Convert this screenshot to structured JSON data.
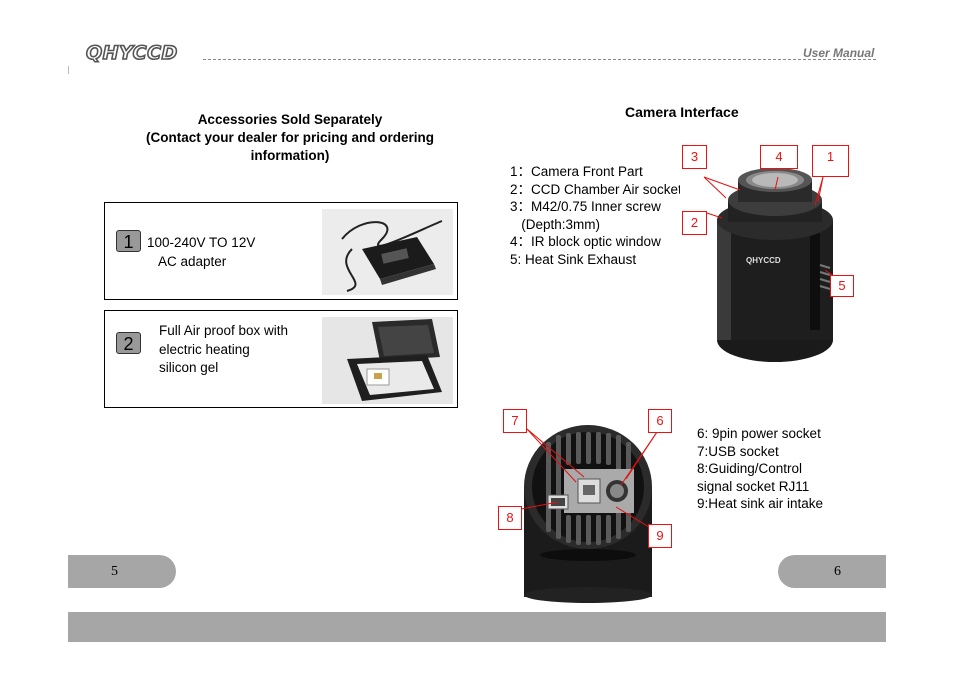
{
  "header": {
    "logo_text": "QHYCCD",
    "right_label": "User Manual"
  },
  "left_page": {
    "title_lines": [
      "Accessories Sold Separately",
      "(Contact your dealer for pricing and ordering",
      "information)"
    ],
    "items": [
      {
        "number": "1",
        "lines": [
          "100-240V TO 12V",
          "AC adapter"
        ],
        "image": "ac-adapter-photo"
      },
      {
        "number": "2",
        "lines": [
          "Full Air proof box with",
          "electric heating",
          "silicon gel"
        ],
        "image": "airproof-box-photo"
      }
    ],
    "page_number": "5"
  },
  "right_page": {
    "title": "Camera Interface",
    "front_parts": [
      "1：Camera Front Part",
      "2：CCD Chamber Air socket",
      "3：M42/0.75 Inner screw",
      "   (Depth:3mm)",
      "4：IR block optic window",
      "5: Heat Sink Exhaust"
    ],
    "front_callouts": [
      "3",
      "4",
      "1",
      "2",
      "5"
    ],
    "camera_brand_label": "QHYCCD",
    "rear_parts": [
      "6: 9pin power socket",
      "7:USB socket",
      "8:Guiding/Control",
      "signal socket RJ11",
      "9:Heat sink air intake"
    ],
    "rear_callouts": [
      "7",
      "6",
      "8",
      "9"
    ],
    "page_number": "6"
  },
  "colors": {
    "callout_red": "#e11111",
    "footer_gray": "#a6a6a6"
  }
}
